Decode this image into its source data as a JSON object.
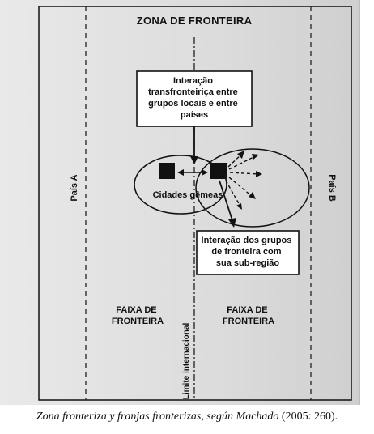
{
  "diagram": {
    "title": "ZONA DE FRONTEIRA",
    "box_top": [
      "Interação",
      "transfronteiriça entre",
      "grupos locais e entre",
      "países"
    ],
    "country_left": "País A",
    "country_right": "País B",
    "twin_cities": "Cidades gêmeas",
    "box_bottom": [
      "Interação dos grupos",
      "de fronteira com",
      "sua sub-região"
    ],
    "strip_left": [
      "FAIXA DE",
      "FRONTEIRA"
    ],
    "strip_right": [
      "FAIXA DE",
      "FRONTEIRA"
    ],
    "intl_limit": "Limite internacional"
  },
  "caption": {
    "text_italic": "Zona fronteriza y franjas fronterizas, según Machado",
    "text_normal": " (2005: 260)."
  }
}
